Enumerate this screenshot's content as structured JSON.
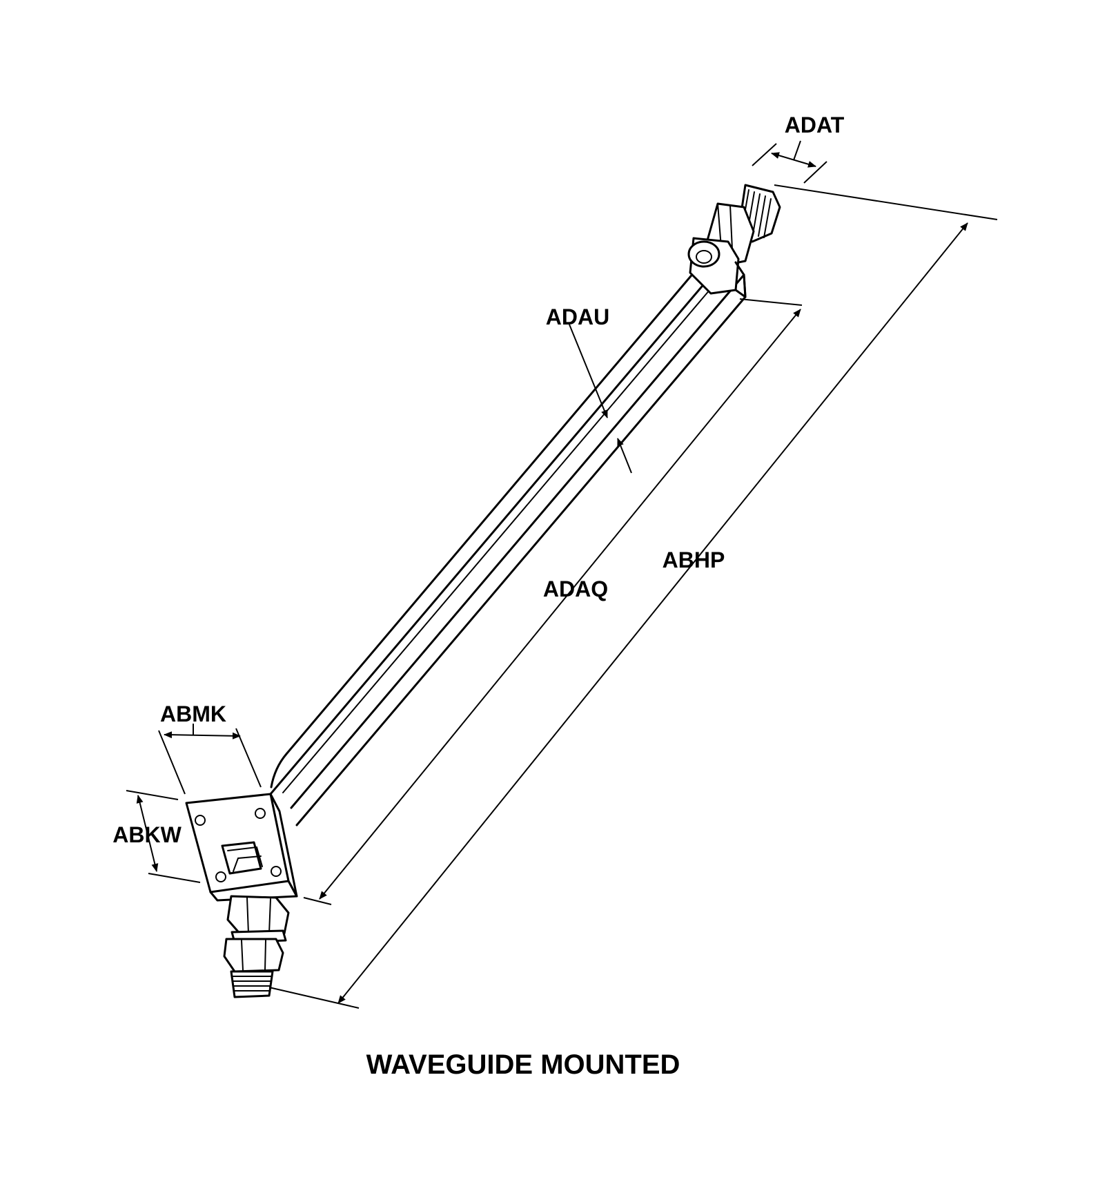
{
  "caption": "WAVEGUIDE MOUNTED",
  "dimensions": {
    "adat": "ADAT",
    "adau": "ADAU",
    "adaq": "ADAQ",
    "abhp": "ABHP",
    "abmk": "ABMK",
    "abkw": "ABKW"
  }
}
